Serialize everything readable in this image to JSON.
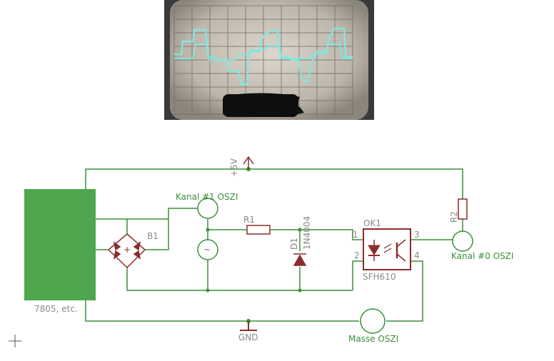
{
  "photo": {
    "icon": "oscilloscope-screen-photo"
  },
  "schematic": {
    "supply_block_label": "7805, etc.",
    "vcc_label": "+5V",
    "gnd_label": "GND",
    "bridge_label": "B1",
    "bridge_plus": "+",
    "ac_source_symbol": "~",
    "kanal1_label": "Kanal #1 OSZI",
    "kanal0_label": "Kanal #0 OSZI",
    "masse_label": "Masse OSZI",
    "r1_label": "R1",
    "r2_label": "R2",
    "d1_label": "D1",
    "d1_value": "1N4004",
    "ok1_label": "OK1",
    "ok1_value": "SFH610",
    "pin1": "1",
    "pin2": "2",
    "pin3": "3",
    "pin4": "4"
  },
  "colors": {
    "wire": "#3a8f3a",
    "part": "#8b2d2d",
    "block": "#4ea64e",
    "text_gray": "#8a8a8a",
    "trace": "#7fe8e0"
  }
}
